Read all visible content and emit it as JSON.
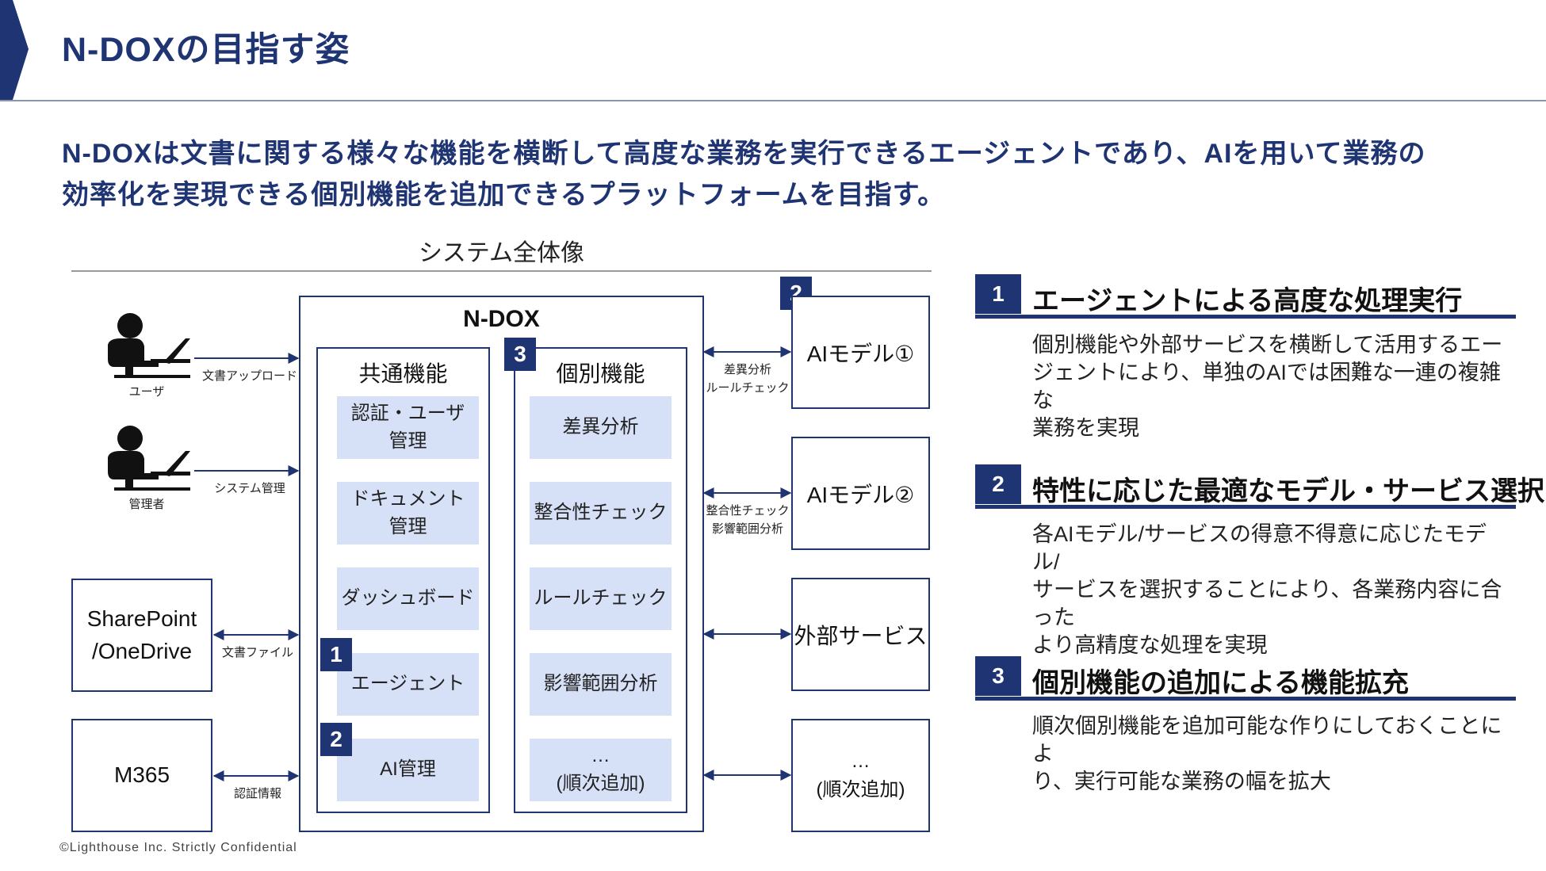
{
  "title": "N-DOXの目指す姿",
  "lead": {
    "line1": "N-DOXは文書に関する様々な機能を横断して高度な業務を実行できるエージェントであり、AIを用いて業務の",
    "line2": "効率化を実現できる個別機能を追加できるプラットフォームを目指す。"
  },
  "diagram": {
    "title": "システム全体像",
    "core_title": "N-DOX",
    "common": {
      "label": "共通機能",
      "items": [
        "認証・ユーザ\n管理",
        "ドキュメント\n管理",
        "ダッシュボード",
        "エージェント",
        "AI管理"
      ]
    },
    "individual": {
      "label": "個別機能",
      "items": [
        "差異分析",
        "整合性チェック",
        "ルールチェック",
        "影響範囲分析",
        "…\n(順次追加)"
      ]
    },
    "left": {
      "user_label": "ユーザ",
      "admin_label": "管理者",
      "sharepoint": "SharePoint\n/OneDrive",
      "m365": "M365",
      "arrow_labels": [
        "文書アップロード",
        "システム管理",
        "文書ファイル",
        "認証情報"
      ]
    },
    "right": {
      "services": [
        "AIモデル①",
        "AIモデル②",
        "外部サービス",
        "…\n(順次追加)"
      ],
      "arrow_labels": [
        "差異分析\nルールチェック",
        "整合性チェック\n影響範囲分析"
      ]
    },
    "badges": [
      "1",
      "2",
      "3"
    ]
  },
  "panels": [
    {
      "num": "1",
      "title": "エージェントによる高度な処理実行",
      "text": "個別機能や外部サービスを横断して活用するエー\nジェントにより、単独のAIでは困難な一連の複雑な\n業務を実現"
    },
    {
      "num": "2",
      "title": "特性に応じた最適なモデル・サービス選択",
      "text": "各AIモデル/サービスの得意不得意に応じたモデル/\nサービスを選択することにより、各業務内容に合った\nより高精度な処理を実現"
    },
    {
      "num": "3",
      "title": "個別機能の追加による機能拡充",
      "text": "順次個別機能を追加可能な作りにしておくことによ\nり、実行可能な業務の幅を拡大"
    }
  ],
  "footer": "©Lighthouse Inc. Strictly Confidential",
  "colors": {
    "accent": "#1f3473",
    "cell": "#d6e0f7"
  }
}
